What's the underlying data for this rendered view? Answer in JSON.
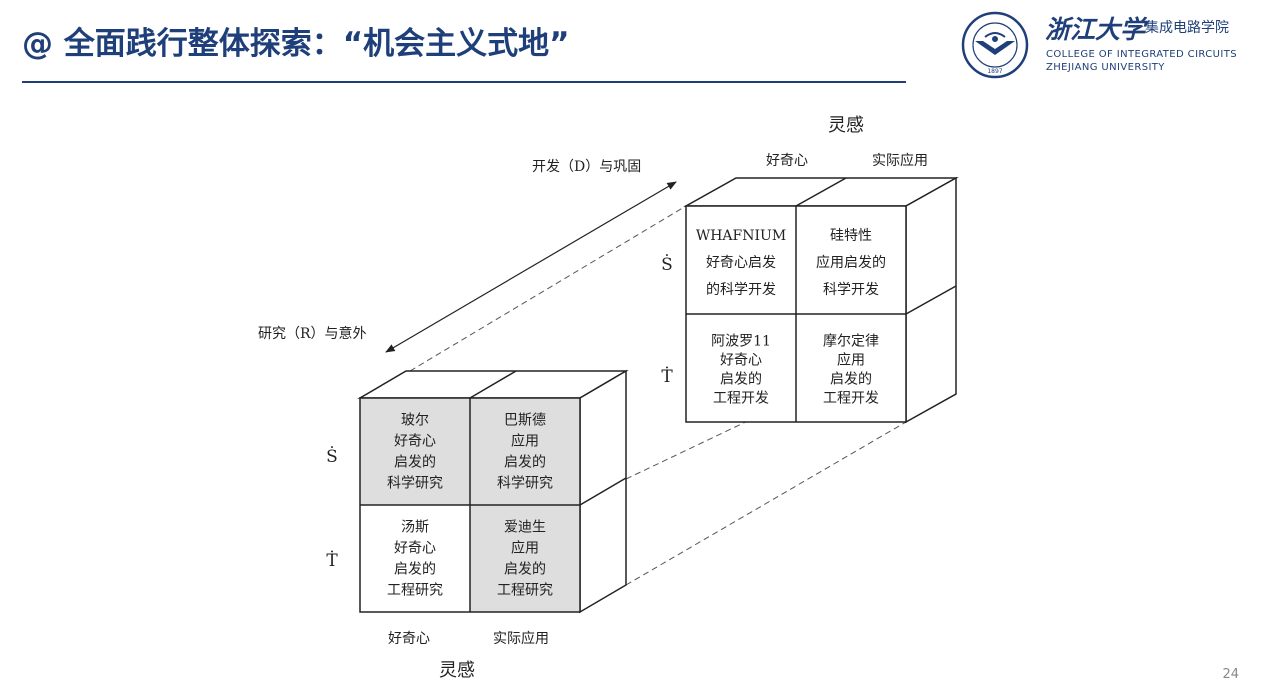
{
  "header": {
    "title": "@ 全面践行整体探索：“机会主义式地”",
    "logo_cn": "浙江大学",
    "logo_sub": "集成电路学院",
    "logo_en_line1": "COLLEGE OF INTEGRATED CIRCUITS",
    "logo_en_line2": "ZHEJIANG UNIVERSITY",
    "seal_year": "1897"
  },
  "diagram": {
    "arrow_label_top": "开发（D）与巩固",
    "arrow_label_bottom": "研究（R）与意外",
    "back_cube": {
      "top_label": "灵感",
      "col_labels": [
        "好奇心",
        "实际应用"
      ],
      "row_labels": [
        "Ṡ",
        "Ṫ"
      ],
      "cells": [
        [
          [
            "WHAFNIUM",
            "好奇心启发",
            "的科学开发"
          ],
          [
            "硅特性",
            "应用启发的",
            "科学开发"
          ]
        ],
        [
          [
            "阿波罗11",
            "好奇心",
            "启发的",
            "工程开发"
          ],
          [
            "摩尔定律",
            "应用",
            "启发的",
            "工程开发"
          ]
        ]
      ]
    },
    "front_cube": {
      "bottom_label": "灵感",
      "col_labels": [
        "好奇心",
        "实际应用"
      ],
      "row_labels": [
        "Ṡ",
        "Ṫ"
      ],
      "cells": [
        [
          [
            "玻尔",
            "好奇心",
            "启发的",
            "科学研究"
          ],
          [
            "巴斯德",
            "应用",
            "启发的",
            "科学研究"
          ]
        ],
        [
          [
            "汤斯",
            "好奇心",
            "启发的",
            "工程研究"
          ],
          [
            "爱迪生",
            "应用",
            "启发的",
            "工程研究"
          ]
        ]
      ],
      "shaded": [
        [
          true,
          true
        ],
        [
          false,
          true
        ]
      ]
    }
  },
  "colors": {
    "title": "#1f3f7a",
    "shade": "#dedede",
    "line": "#222222"
  },
  "page_number": "24"
}
